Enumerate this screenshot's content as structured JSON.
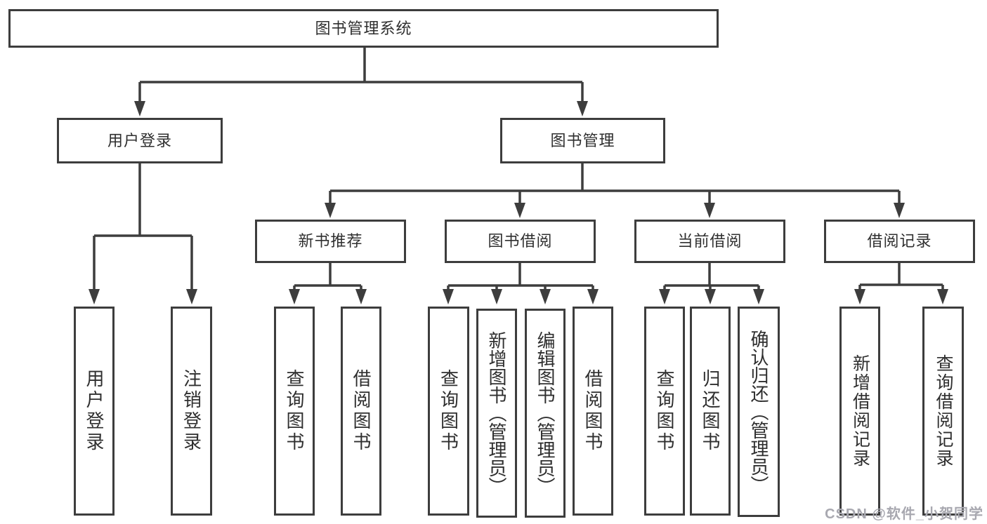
{
  "diagram": {
    "root": "图书管理系统",
    "level2": {
      "user_login": "用户登录",
      "book_mgmt": "图书管理"
    },
    "level3": {
      "new_books": "新书推荐",
      "book_borrow": "图书借阅",
      "current_borrow": "当前借阅",
      "borrow_records": "借阅记录"
    },
    "leaves": {
      "user_login": [
        "用户登录",
        "注销登录"
      ],
      "new_books": [
        "查询图书",
        "借阅图书"
      ],
      "book_borrow": [
        "查询图书",
        "新增图书（管理员）",
        "编辑图书（管理员）",
        "借阅图书"
      ],
      "current_borrow": [
        "查询图书",
        "归还图书",
        "确认归还（管理员）"
      ],
      "borrow_records": [
        "新增借阅记录",
        "查询借阅记录"
      ]
    }
  },
  "watermark": "CSDN @软件_小贺同学",
  "colors": {
    "line": "#3d3d3d",
    "text": "#2f2f2f",
    "box_background": "#ffffff",
    "watermark": "#a8a8b0"
  }
}
